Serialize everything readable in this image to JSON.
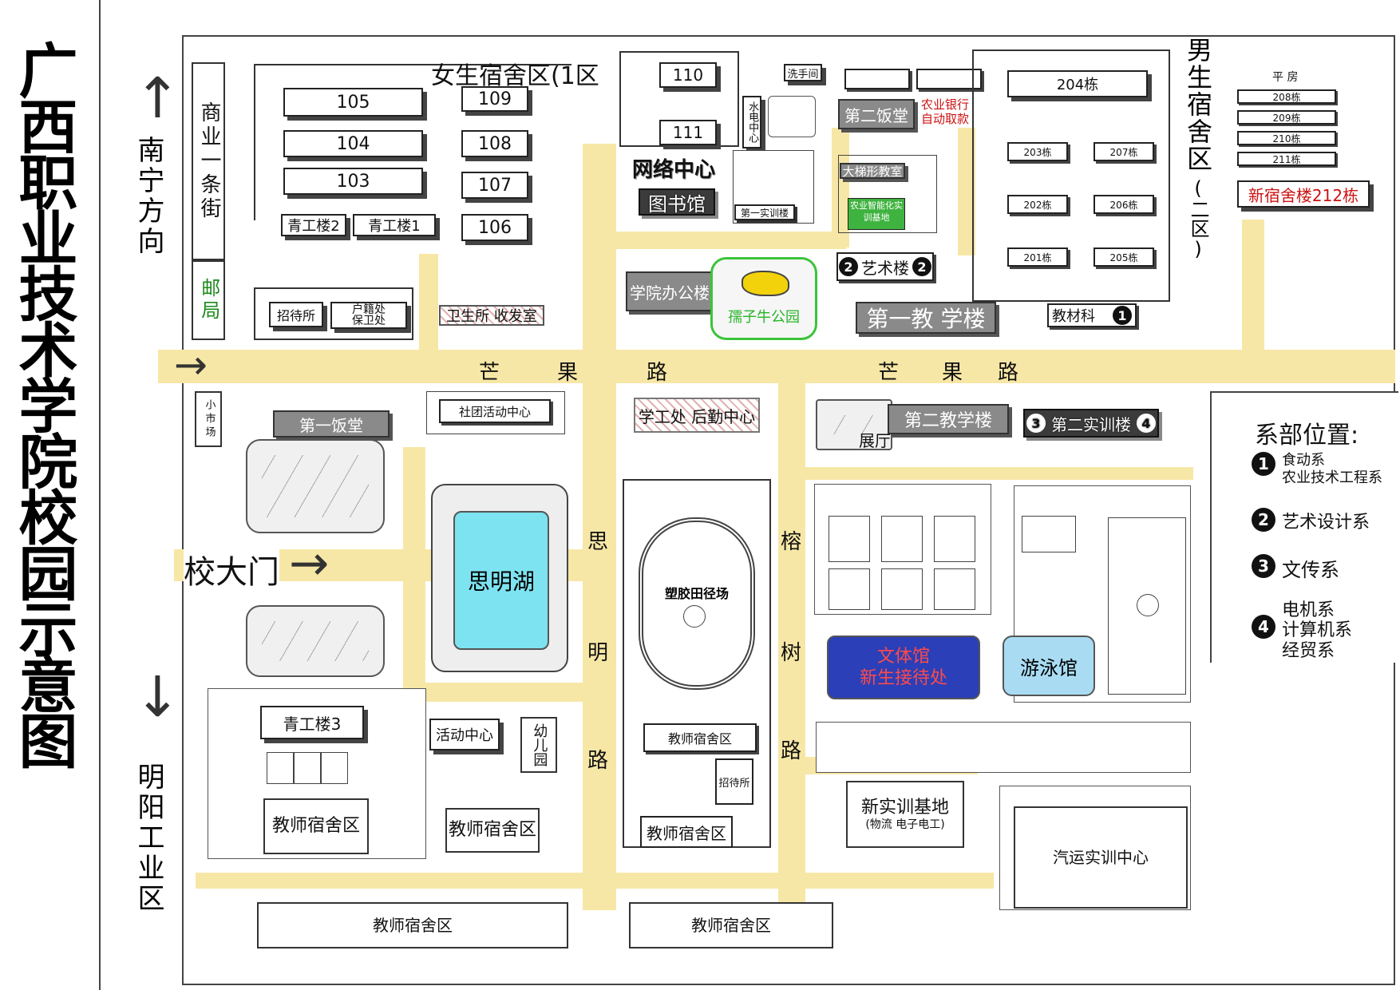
{
  "title": "广西职业技术学院校园示意图",
  "directions": {
    "north": "南宁方向",
    "south": "明阳工业区",
    "gate": "校大门"
  },
  "roads": {
    "mangguo_left": [
      "芒",
      "果",
      "路"
    ],
    "mangguo_right": [
      "芒",
      "果",
      "路"
    ],
    "siming": [
      "思",
      "明",
      "路"
    ],
    "rongshu": [
      "榕",
      "树",
      "路"
    ]
  },
  "west": {
    "street": "商业一条街",
    "post": "邮局",
    "market": "小市场"
  },
  "female_dorm": {
    "title": "女生宿舍区(1区",
    "b105": "105",
    "b104": "104",
    "b103": "103",
    "b109": "109",
    "b108": "108",
    "b107": "107",
    "b106": "106",
    "qg2": "青工楼2",
    "qg1": "青工楼1"
  },
  "guest": {
    "zhaodaisuo": "招待所",
    "huji": "户籍处",
    "baowei": "保卫处"
  },
  "clinic": "卫生所",
  "mailroom": "收发室",
  "center": {
    "b110": "110",
    "b111": "111",
    "water": "水电中心",
    "wash": "洗手间",
    "network": "网络中心",
    "library": "图书馆",
    "training1": "第一实训楼",
    "admin": "学院办公楼",
    "park": "孺子牛公园",
    "canteen2": "第二饭堂",
    "bank": "农业银行自动取款",
    "hall": "大梯形教室",
    "agri": "农业智能化实训基地",
    "art": "艺术楼",
    "teach1": "第一教 学楼",
    "textbook": "教材科"
  },
  "male_dorm": {
    "title": "男生宿舍区",
    "sub": "(二区)",
    "b204": "204栋",
    "b203": "203栋",
    "b207": "207栋",
    "b202": "202栋",
    "b206": "206栋",
    "b201": "201栋",
    "b205": "205栋"
  },
  "flats": {
    "title": "平 房",
    "b208": "208栋",
    "b209": "209栋",
    "b210": "210栋",
    "b211": "211栋",
    "new212": "新宿舍楼212栋"
  },
  "south": {
    "canteen1": "第一饭堂",
    "club": "社团活动中心",
    "lake": "思明湖",
    "student_affairs": "学工处 后勤中心",
    "field": "塑胶田径场",
    "teach2": "第二教学楼",
    "exhibit": "展厅",
    "training2": "第二实训楼",
    "gym": "文体馆",
    "reception": "新生接待处",
    "pool": "游泳馆",
    "qg3": "青工楼3",
    "activity": "活动中心",
    "kinder": "幼儿园",
    "teacher": "教师宿舍区",
    "guesthouse": "招待所",
    "newbase": "新实训基地",
    "newbase_sub": "(物流 电子电工)",
    "auto": "汽运实训中心"
  },
  "legend": {
    "title": "系部位置:",
    "items": [
      {
        "num": "1",
        "lines": [
          "食动系",
          "农业技术工程系"
        ]
      },
      {
        "num": "2",
        "lines": [
          "艺术设计系"
        ]
      },
      {
        "num": "3",
        "lines": [
          "文传系"
        ]
      },
      {
        "num": "4",
        "lines": [
          "电机系",
          "计算机系",
          "经贸系"
        ]
      }
    ]
  },
  "colors": {
    "road": "#f7e7a6",
    "lake": "#7de3f0",
    "park_border": "#3ac43a",
    "gym": "#2a3fb8",
    "pool": "#a9dcf3",
    "red": "#cc1111"
  }
}
